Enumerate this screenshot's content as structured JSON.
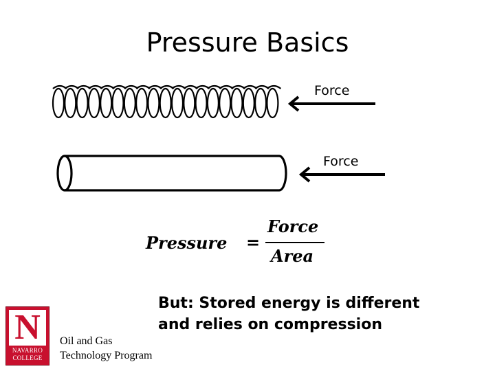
{
  "slide": {
    "title": "Pressure Basics",
    "force_label_1": "Force",
    "force_label_2": "Force",
    "formula": {
      "lhs": "Pressure",
      "equals": "=",
      "numerator": "Force",
      "denominator": "Area"
    },
    "note_line_1": "But:  Stored energy is different",
    "note_line_2": "and relies on compression"
  },
  "footer": {
    "logo_letter": "N",
    "logo_line_1": "NAVARRO",
    "logo_line_2": "COLLEGE",
    "program_line_1": "Oil and Gas",
    "program_line_2": "Technology Program"
  }
}
